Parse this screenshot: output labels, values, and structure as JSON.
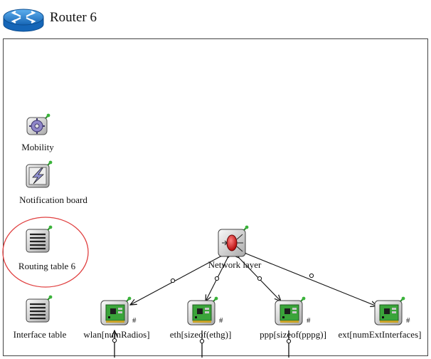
{
  "title": "Router 6",
  "modules": {
    "mobility": "Mobility",
    "notification_board": "Notification board",
    "routing_table": "Routing table 6",
    "interface_table": "Interface table",
    "network_layer": "Network layer"
  },
  "interfaces": [
    {
      "label": "wlan[numRadios]",
      "marker": "#"
    },
    {
      "label": "eth[sizeof(ethg)]",
      "marker": "#"
    },
    {
      "label": "ppp[sizeof(pppg)]",
      "marker": "#"
    },
    {
      "label": "ext[numExtInterfaces]",
      "marker": "#"
    }
  ],
  "colors": {
    "highlight_ellipse": "#e04040",
    "nic_green": "#3aa43a",
    "module_gray": "#d8d8d8",
    "router_blue": "#1f7fd0"
  }
}
